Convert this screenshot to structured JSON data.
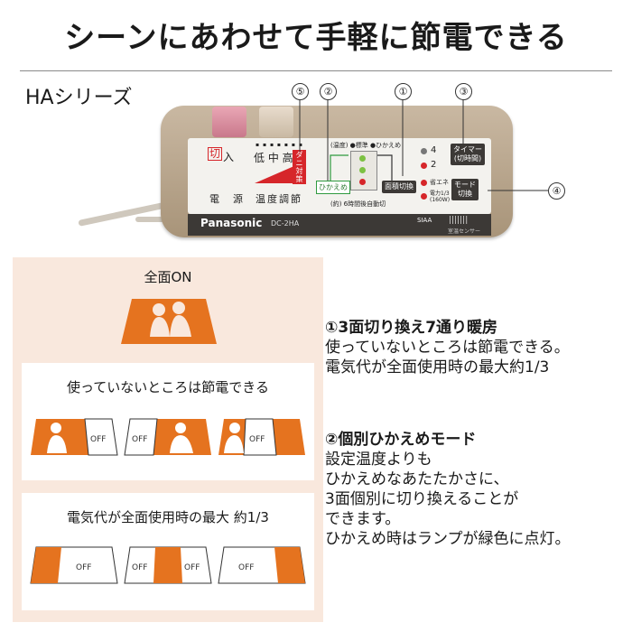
{
  "header": {
    "title": "シーンにあわせて手軽に節電できる",
    "series": "HAシリーズ"
  },
  "controller": {
    "callouts": [
      "⑤",
      "②",
      "①",
      "③",
      "④"
    ],
    "power_label_1": "切",
    "power_label_2": "入",
    "temp_levels": "低 中 高",
    "dani_label": "ダニ対策",
    "power_caption": "電　源",
    "temp_caption": "温度調節",
    "legend_text": "(温度) ●標準 ●ひかえめ",
    "hikaeme_button": "ひかえめ",
    "area_button": "面積切換",
    "note_text": "(約) 6時間後自動切",
    "timer_4": "4",
    "timer_2": "2",
    "timer_button": "タイマー\n(切時間)",
    "mode_label_1": "省エネ",
    "mode_label_2": "電力1/3\n(160W)",
    "mode_button": "モード\n切換",
    "brand": "Panasonic",
    "model": "DC-2HA",
    "siaa": "SIAA",
    "sensor_label": "室温センサー",
    "colors": {
      "body": "#b8a68e",
      "panel": "#f3f2ee",
      "red": "#d6262a",
      "green": "#2f9a3f"
    }
  },
  "illustration": {
    "zenmen_on_title": "全面ON",
    "card1_title": "使っていないところは節電できる",
    "card2_title": "電気代が全面使用時の最大 約1/3",
    "off_label": "OFF",
    "accent_color": "#e5731f"
  },
  "features": [
    {
      "heading": "①3面切り換え7通り暖房",
      "lines": [
        "使っていないところは節電できる。",
        "電気代が全面使用時の最大約1/3"
      ]
    },
    {
      "heading": "②個別ひかえめモード",
      "lines": [
        "設定温度よりも",
        "ひかえめなあたたかさに、",
        "3面個別に切り換えることが",
        "できます。",
        "ひかえめ時はランプが緑色に点灯。"
      ]
    }
  ]
}
